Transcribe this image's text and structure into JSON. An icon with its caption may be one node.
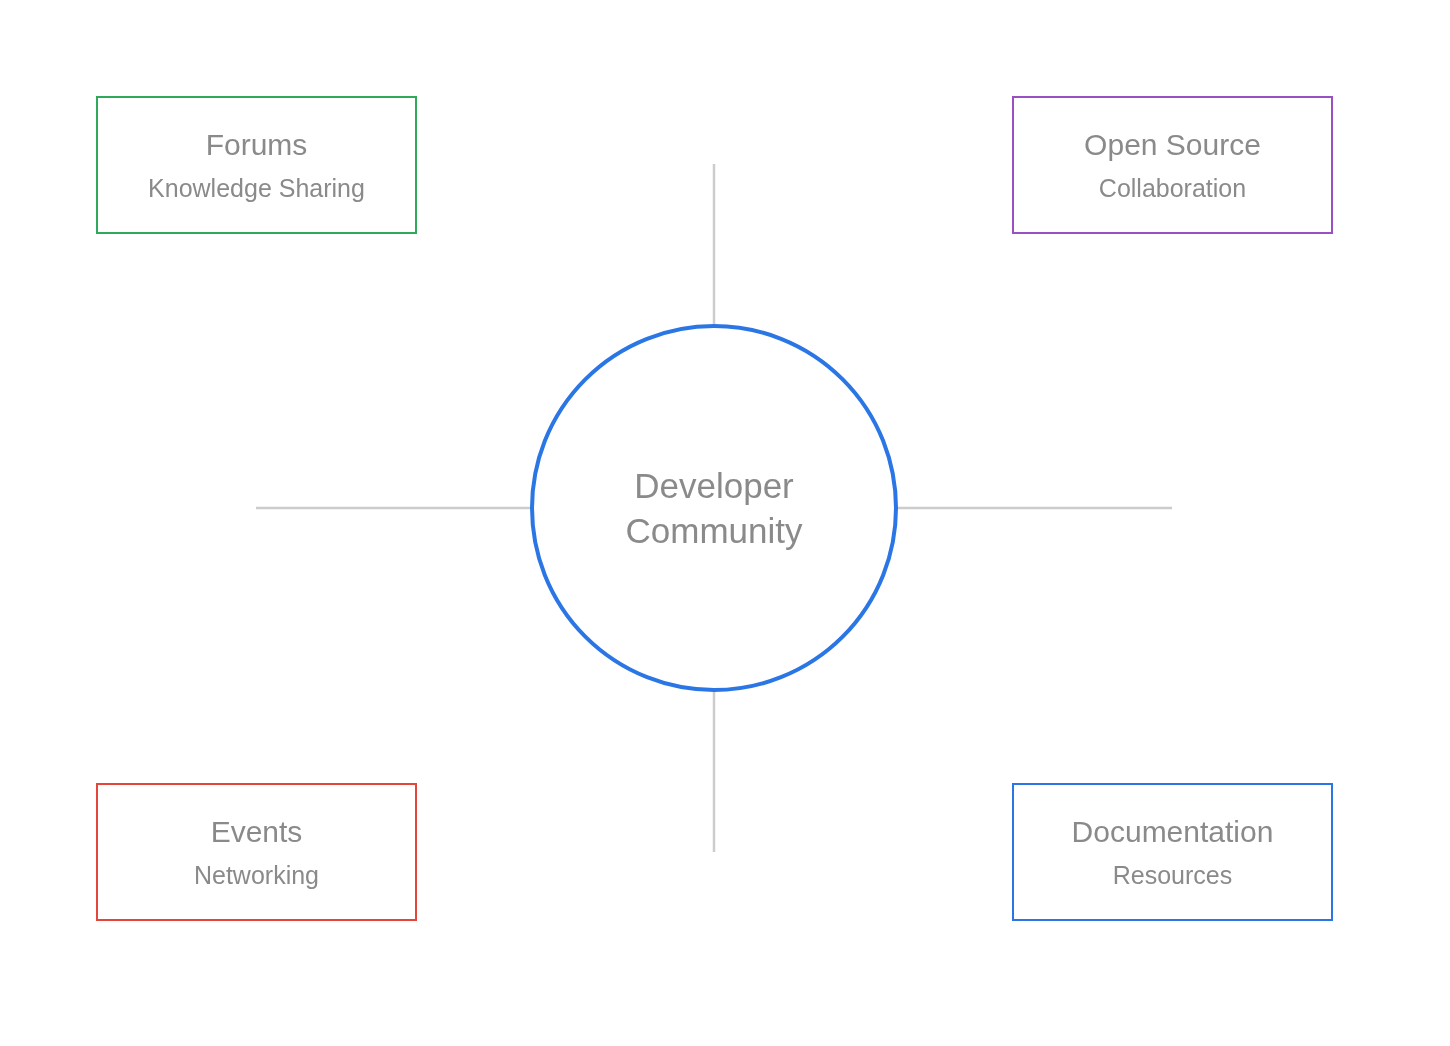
{
  "diagram": {
    "nodes": [
      {
        "text": [
          "Forums",
          "Knowledge Sharing"
        ]
      },
      {
        "text": [
          "Open Source",
          "Collaboration"
        ]
      },
      {
        "text": [
          "Developer Community"
        ]
      },
      {
        "text": [
          "Events",
          "Networking"
        ]
      },
      {
        "text": [
          "Documentation",
          "Resources"
        ]
      }
    ],
    "edges": [
      {
        "from": 2,
        "to": null,
        "arrow": "none"
      },
      {
        "from": 2,
        "to": null,
        "arrow": "none"
      },
      {
        "from": 2,
        "to": null,
        "arrow": "none"
      },
      {
        "from": 2,
        "to": null,
        "arrow": "none"
      }
    ]
  }
}
